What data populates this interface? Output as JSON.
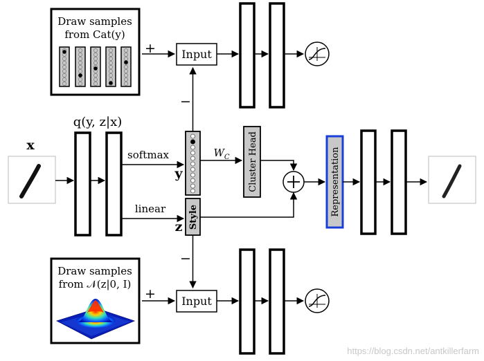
{
  "labels": {
    "cat_box_line1": "Draw samples",
    "cat_box_line2": "from Cat(y)",
    "gauss_box_line1": "Draw samples",
    "gauss_box_line2": "from 𝒩(z|0, I)",
    "input_top": "Input",
    "input_bottom": "Input",
    "plus_top": "+",
    "plus_bottom": "+",
    "minus_top": "−",
    "minus_bottom": "−",
    "q_label": "q(y, z|x)",
    "x_label": "x",
    "softmax": "softmax",
    "linear": "linear",
    "y_label": "y",
    "z_label": "z",
    "wc_label": "W_C",
    "cluster_head": "Cluster Head",
    "style": "Style",
    "representation": "Representation",
    "sum_symbol": "+",
    "watermark": "https://blog.csdn.net/antkillerfarm"
  },
  "colors": {
    "stroke": "#000000",
    "gray_fill": "#c8c8c8",
    "representation_border": "#1a3fd8",
    "representation_fill": "#c8c8c8",
    "watermark": "#c8c8c8"
  },
  "icons": {
    "activation": "sigmoid-curve-icon",
    "digit_input": "handwritten-one-icon",
    "digit_output": "handwritten-one-icon",
    "gaussian": "gaussian-surface-icon"
  }
}
